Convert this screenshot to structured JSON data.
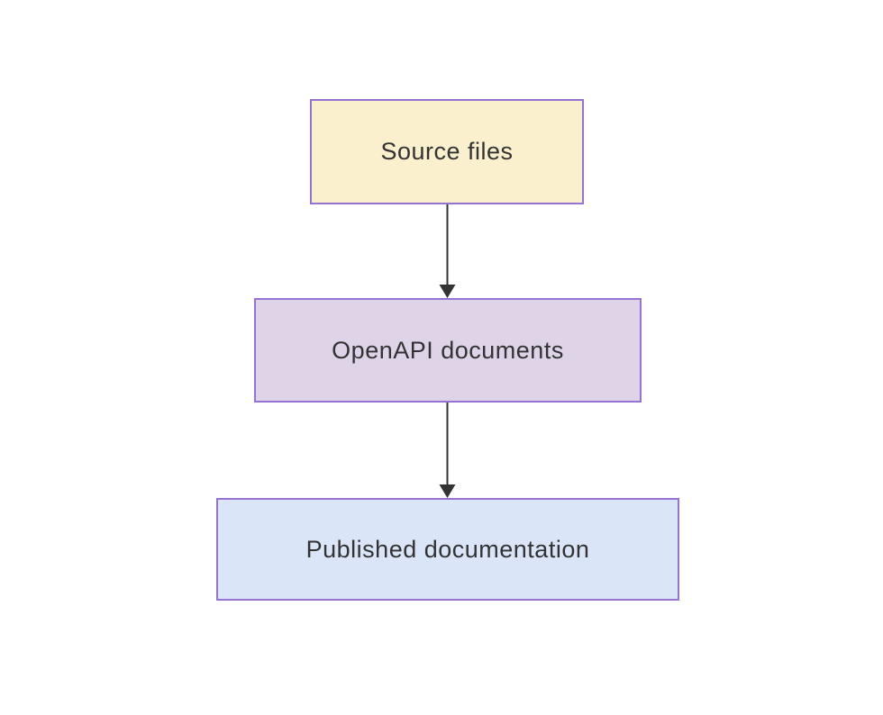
{
  "diagram": {
    "type": "flowchart-vertical",
    "background": "#ffffff",
    "text_color": "#333333",
    "edge_color": "#333333",
    "nodes": [
      {
        "id": "source-files",
        "label": "Source files",
        "fill": "#faf0cd",
        "border": "#9673d3"
      },
      {
        "id": "openapi-documents",
        "label": "OpenAPI documents",
        "fill": "#ded3e7",
        "border": "#9673d3"
      },
      {
        "id": "published-documentation",
        "label": "Published documentation",
        "fill": "#dae6f8",
        "border": "#9673d3"
      }
    ],
    "edges": [
      {
        "from": "source-files",
        "to": "openapi-documents"
      },
      {
        "from": "openapi-documents",
        "to": "published-documentation"
      }
    ]
  }
}
